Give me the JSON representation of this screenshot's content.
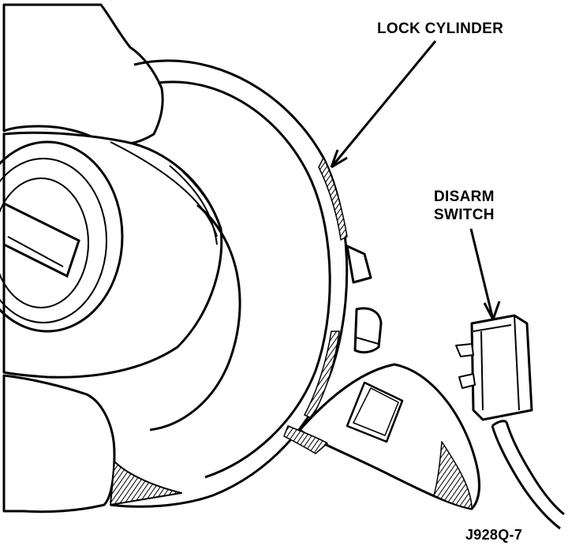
{
  "labels": {
    "lock_cylinder": "LOCK CYLINDER",
    "disarm_switch_line1": "DISARM",
    "disarm_switch_line2": "SWITCH",
    "figure_id": "J928Q-7"
  },
  "colors": {
    "ink": "#000000",
    "paper": "#ffffff"
  }
}
